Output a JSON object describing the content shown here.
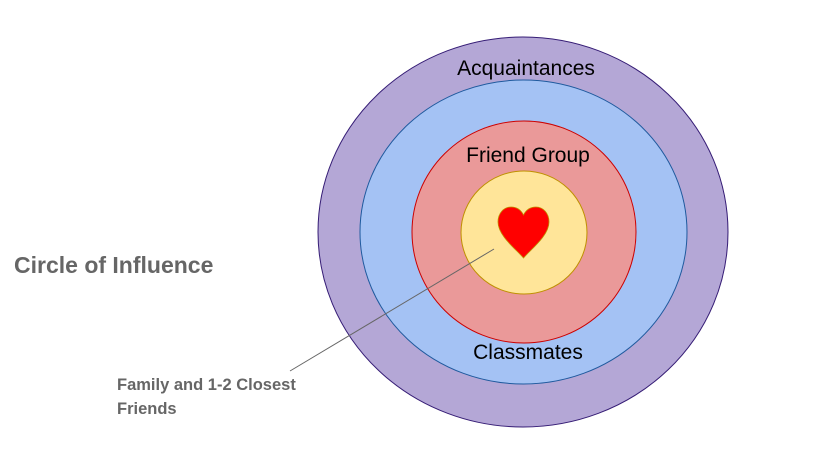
{
  "title": "Circle of Influence",
  "rings": [
    {
      "label": "Acquaintances",
      "fill": "#B4A7D6",
      "stroke": "#351C75"
    },
    {
      "label": "Classmates",
      "fill": "#A4C2F4",
      "stroke": "#1F5A9E"
    },
    {
      "label": "Friend Group",
      "fill": "#EA9999",
      "stroke": "#CC0000"
    },
    {
      "label": "",
      "fill": "#FFE599",
      "stroke": "#BF9000"
    }
  ],
  "center_icon": {
    "name": "heart-icon",
    "color": "#FF0000"
  },
  "callout": {
    "line1": "Family and 1-2 Closest",
    "line2": "Friends",
    "leader_color": "#666666"
  }
}
